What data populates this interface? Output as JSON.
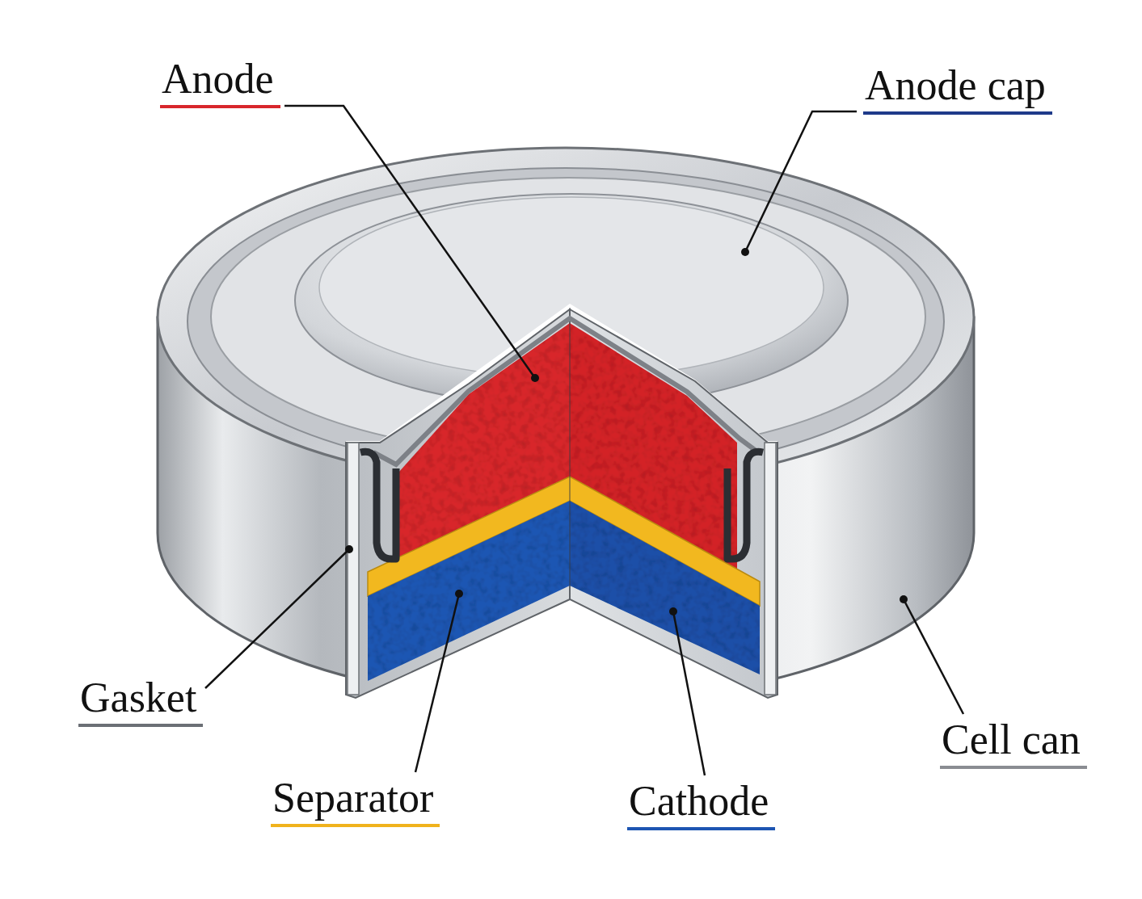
{
  "diagram": {
    "labels": [
      "Anode",
      "Anode cap",
      "Gasket",
      "Separator",
      "Cathode",
      "Cell can"
    ]
  }
}
